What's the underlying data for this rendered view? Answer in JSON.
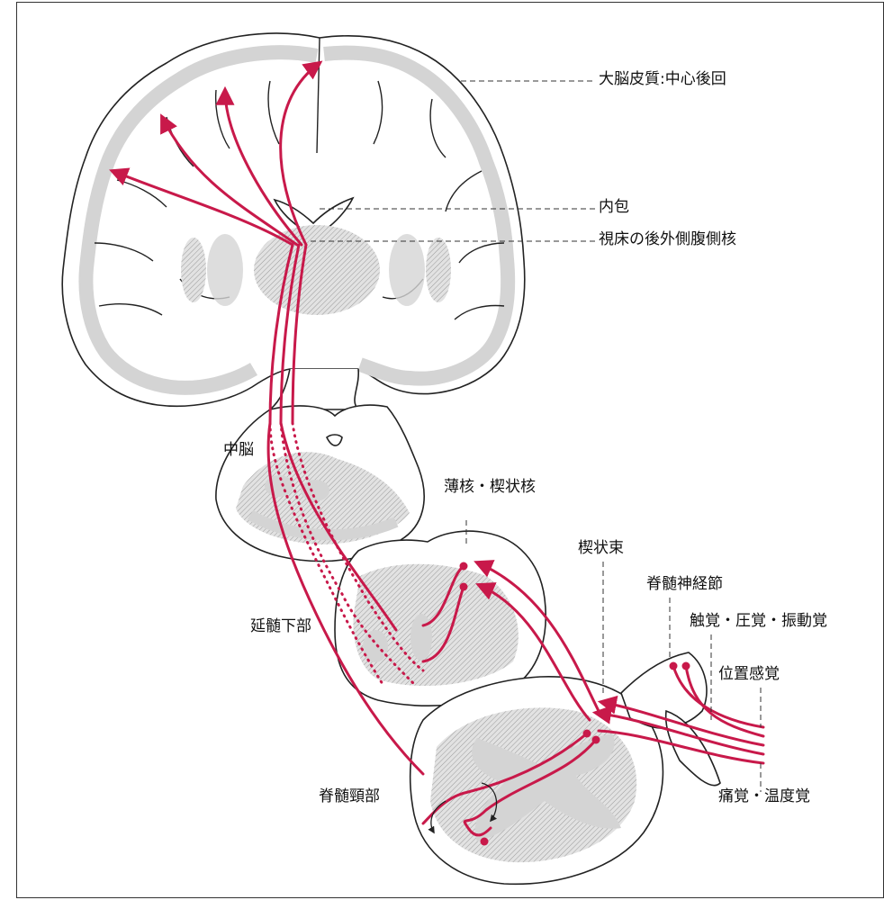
{
  "colors": {
    "pathway": "#c8194a",
    "gray_matter": "#d4d4d4",
    "outline": "#222222"
  },
  "labels": {
    "cortex": "大脳皮質:中心後回",
    "internal_capsule": "内包",
    "thalamus": "視床の後外側腹側核",
    "midbrain": "中脳",
    "gracile_cuneate": "薄核・楔状核",
    "cuneate_fasciculus": "楔状束",
    "spinal_ganglion": "脊髄神経節",
    "touch_pressure_vibration": "触覚・圧覚・振動覚",
    "lower_medulla": "延髄下部",
    "position_sense": "位置感覚",
    "cervical_cord": "脊髄頸部",
    "pain_temperature": "痛覚・温度覚"
  }
}
